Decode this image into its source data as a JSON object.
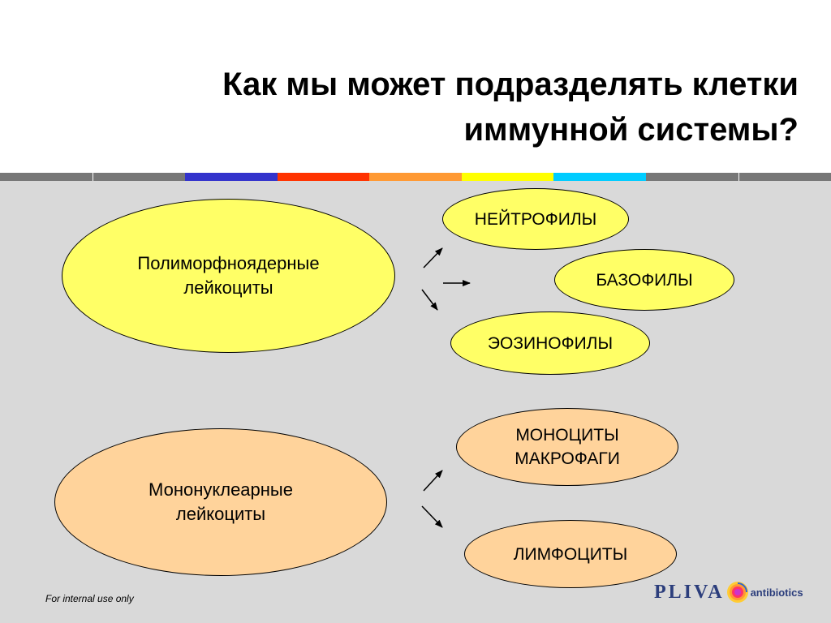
{
  "slide": {
    "title_line1": "Как мы может подразделять клетки",
    "title_line2": "иммунной системы?"
  },
  "stripe_colors": [
    "#777777",
    "#777777",
    "#3333cc",
    "#ff3300",
    "#ff9933",
    "#ffff00",
    "#00ccff",
    "#777777",
    "#777777"
  ],
  "polymorph": {
    "line1": "Полиморфноядерные",
    "line2": "лейкоциты",
    "targets": [
      "НЕЙТРОФИЛЫ",
      "БАЗОФИЛЫ",
      "ЭОЗИНОФИЛЫ"
    ]
  },
  "mononuclear": {
    "line1": "Мононуклеарные",
    "line2": "лейкоциты",
    "targets": [
      {
        "line1": "МОНОЦИТЫ",
        "line2": "МАКРОФАГИ"
      },
      {
        "line1": "ЛИМФОЦИТЫ"
      }
    ]
  },
  "footer": {
    "note": "For internal use only",
    "logo_word_left": "PLIVA",
    "logo_word_right": "antibiotics"
  },
  "colors": {
    "yellow_fill": "#ffff66",
    "peach_fill": "#ffd39b",
    "background": "#d9d9d9",
    "logo_blue": "#2c3e7c"
  }
}
